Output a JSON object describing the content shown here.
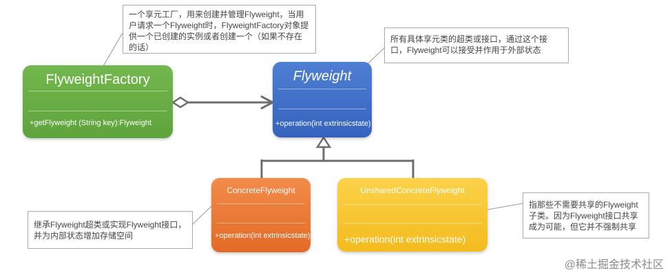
{
  "notes": {
    "factory": "一个享元工厂，用来创建并管理Flyweight，当用户请求一个Flyweight时，FlyweightFactory对象提供一个已创建的实例或者创建一个（如果不存在的话）",
    "flyweight": "所有具体享元类的超类或接口，通过这个接口，Flyweight可以接受并作用于外部状态",
    "concrete": "继承Flyweight超类或实现Flyweight接口，并为内部状态增加存储空间",
    "unshared": "指那些不需要共享的Flyweight子类。因为Flyweight接口共享成为可能，但它并不强制共享"
  },
  "classes": {
    "factory": {
      "name": "FlyweightFactory",
      "op": "+getFlyweight (String key):Flyweight"
    },
    "flyweight": {
      "name": "Flyweight",
      "op": "+operation(int extrinsicstate)"
    },
    "concrete": {
      "name": "ConcreteFlyweight",
      "op": "+operation(int extrinsicstate)"
    },
    "unshared": {
      "name": "UnsharedConcreteFlyweight",
      "op": "+operation(int extrinsicstate)"
    }
  },
  "watermark": "@稀土掘金技术社区",
  "colors": {
    "factory": "#66ab45",
    "flyweight": "#3f6fc9",
    "concrete": "#ea7733",
    "unshared": "#f8c632",
    "connector": "#6d6d6d"
  }
}
